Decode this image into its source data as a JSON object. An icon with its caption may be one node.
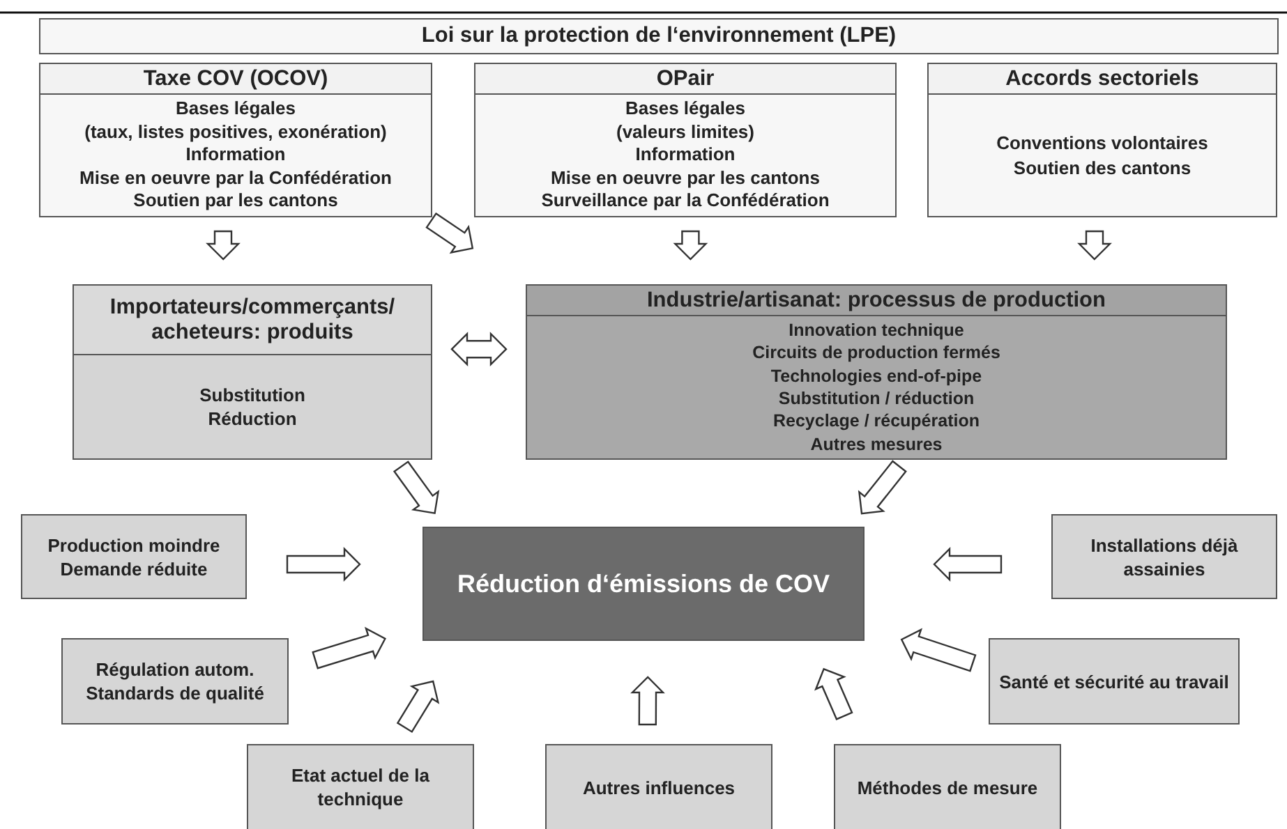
{
  "diagram": {
    "nodes": [
      {
        "text": [
          "Loi sur la protection de l‘environnement (LPE)"
        ]
      },
      {
        "text": [
          "Taxe COV (OCOV)",
          "Bases légales",
          "(taux, listes positives, exonération)",
          "Information",
          "Mise en oeuvre par la Confédération",
          "Soutien par les cantons"
        ]
      },
      {
        "text": [
          "OPair",
          "Bases légales",
          "(valeurs limites)",
          "Information",
          "Mise en oeuvre par les cantons",
          "Surveillance par la Confédération"
        ]
      },
      {
        "text": [
          "Accords sectoriels",
          "Conventions volontaires",
          "Soutien des cantons"
        ]
      },
      {
        "text": [
          "Importateurs/commerçants/ acheteurs: produits",
          "Substitution",
          "Réduction"
        ]
      },
      {
        "text": [
          "Industrie/artisanat: processus de production",
          "Innovation technique",
          "Circuits de production fermés",
          "Technologies end-of-pipe",
          "Substitution / réduction",
          "Recyclage / récupération",
          "Autres mesures"
        ]
      },
      {
        "text": [
          "Réduction d‘émissions de COV"
        ]
      },
      {
        "text": [
          "Production moindre Demande réduite"
        ]
      },
      {
        "text": [
          "Installations déjà assainies"
        ]
      },
      {
        "text": [
          "Régulation autom. Standards de qualité"
        ]
      },
      {
        "text": [
          "Santé et sécurité au travail"
        ]
      },
      {
        "text": [
          "Etat actuel de la technique"
        ]
      },
      {
        "text": [
          "Autres influences"
        ]
      },
      {
        "text": [
          "Méthodes de mesure"
        ]
      }
    ],
    "edges": [
      {
        "from": 1,
        "to": 4,
        "arrow": "to"
      },
      {
        "from": 1,
        "to": 5,
        "arrow": "to"
      },
      {
        "from": 2,
        "to": 5,
        "arrow": "to"
      },
      {
        "from": 3,
        "to": 5,
        "arrow": "to"
      },
      {
        "from": 4,
        "to": 5,
        "arrow": "both"
      },
      {
        "from": 4,
        "to": 6,
        "arrow": "to"
      },
      {
        "from": 5,
        "to": 6,
        "arrow": "to"
      },
      {
        "from": 7,
        "to": 6,
        "arrow": "to"
      },
      {
        "from": 8,
        "to": 6,
        "arrow": "to"
      },
      {
        "from": 9,
        "to": 6,
        "arrow": "to"
      },
      {
        "from": 10,
        "to": 6,
        "arrow": "to"
      },
      {
        "from": 11,
        "to": 6,
        "arrow": "to"
      },
      {
        "from": 12,
        "to": 6,
        "arrow": "to"
      },
      {
        "from": 13,
        "to": 6,
        "arrow": "to"
      }
    ]
  }
}
